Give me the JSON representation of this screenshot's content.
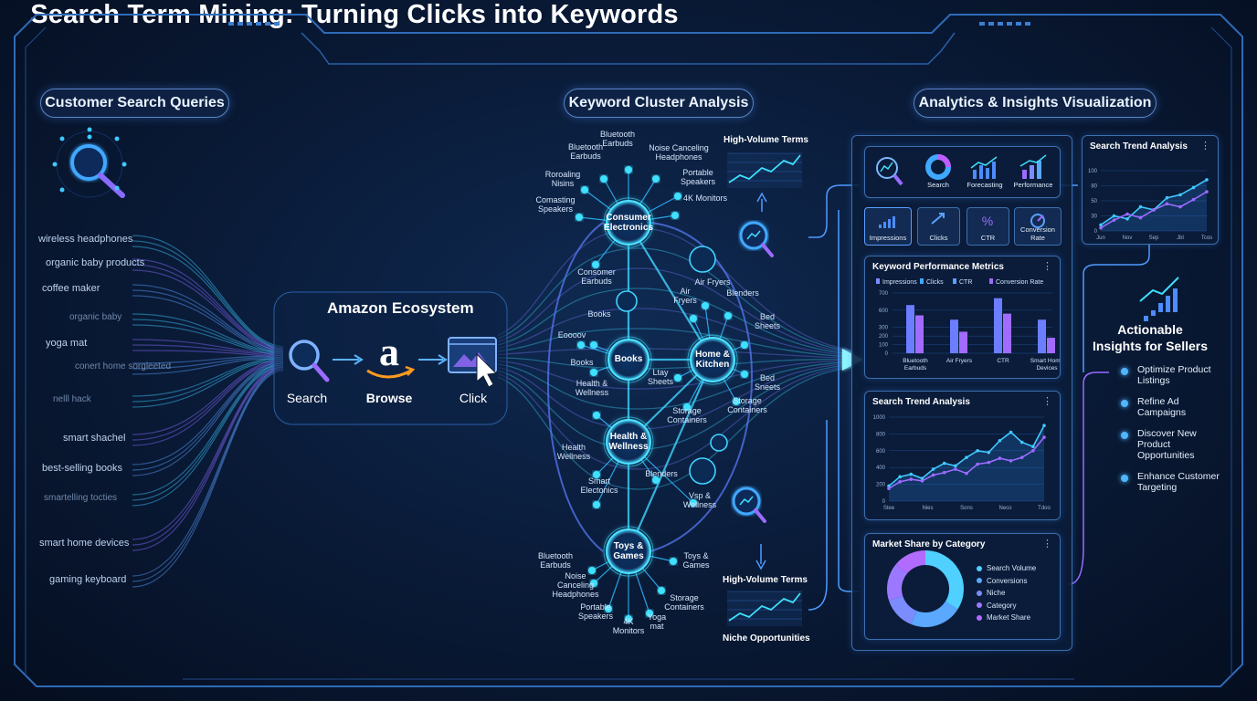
{
  "title": "Search Term Mining: Turning Clicks into Keywords",
  "sections": {
    "queries": "Customer Search Queries",
    "clusters": "Keyword Cluster Analysis",
    "analytics": "Analytics & Insights Visualization"
  },
  "queries": [
    {
      "text": "wireless headphones",
      "dim": false
    },
    {
      "text": "organic baby products",
      "dim": false
    },
    {
      "text": "coffee maker",
      "dim": false
    },
    {
      "text": "organic baby",
      "dim": true
    },
    {
      "text": "yoga mat",
      "dim": false
    },
    {
      "text": "conert home sorgleeted",
      "dim": true
    },
    {
      "text": "nelll hack",
      "dim": true
    },
    {
      "text": "smart shachel",
      "dim": false
    },
    {
      "text": "best-selling books",
      "dim": false
    },
    {
      "text": "smartelling tocties",
      "dim": true
    },
    {
      "text": "smart home devices",
      "dim": false
    },
    {
      "text": "gaming keyboard",
      "dim": false
    }
  ],
  "ecosystem": {
    "title": "Amazon Ecosystem",
    "steps": [
      "Search",
      "Browse",
      "Click"
    ]
  },
  "clusters": {
    "hubs": [
      {
        "id": "ce",
        "label": "Consumer\nElectronics"
      },
      {
        "id": "books",
        "label": "Books"
      },
      {
        "id": "home",
        "label": "Home &\nKitchen"
      },
      {
        "id": "health",
        "label": "Health &\nWellness"
      },
      {
        "id": "toys",
        "label": "Toys &\nGames"
      }
    ],
    "keywords": [
      {
        "hub": "ce",
        "text": "Bluetooth\nEarbuds"
      },
      {
        "hub": "ce",
        "text": "Bluetooth\nEarbuds"
      },
      {
        "hub": "ce",
        "text": "Noise Canceling\nHeadphones"
      },
      {
        "hub": "ce",
        "text": "Portable\nSpeakers"
      },
      {
        "hub": "ce",
        "text": "4K Monitors"
      },
      {
        "hub": "ce",
        "text": "Roroaling\nNisins"
      },
      {
        "hub": "ce",
        "text": "Comasting\nSpeakers"
      },
      {
        "hub": "ce",
        "text": "Consomer\nEarbuds"
      },
      {
        "hub": "books",
        "text": "Books"
      },
      {
        "hub": "books",
        "text": "Eoooov"
      },
      {
        "hub": "books",
        "text": "Books"
      },
      {
        "hub": "home",
        "text": "Air Fryers"
      },
      {
        "hub": "home",
        "text": "Air\nFryers"
      },
      {
        "hub": "home",
        "text": "Blenders"
      },
      {
        "hub": "home",
        "text": "Bed\nSheets"
      },
      {
        "hub": "home",
        "text": "Bed\nSneets"
      },
      {
        "hub": "home",
        "text": "Ltay\nSheets"
      },
      {
        "hub": "home",
        "text": "Storage\nContainers"
      },
      {
        "hub": "home",
        "text": "Storage\nContainers"
      },
      {
        "hub": "health",
        "text": "Health &\nWellness"
      },
      {
        "hub": "health",
        "text": "Health\nWellness"
      },
      {
        "hub": "health",
        "text": "Smart\nElectonics"
      },
      {
        "hub": "health",
        "text": "Blenders"
      },
      {
        "hub": "health",
        "text": "Vsp &\nWellness"
      },
      {
        "hub": "toys",
        "text": "Bluetooth\nEarbuds"
      },
      {
        "hub": "toys",
        "text": "Noise\nCanceling\nHeadphones"
      },
      {
        "hub": "toys",
        "text": "Portable\nSpeakers"
      },
      {
        "hub": "toys",
        "text": "4K\nMonitors"
      },
      {
        "hub": "toys",
        "text": "Yoga\nmat"
      },
      {
        "hub": "toys",
        "text": "Storage\nContainers"
      },
      {
        "hub": "toys",
        "text": "Toys &\nGames"
      }
    ],
    "hv_top": "High-Volume Terms",
    "hv_bottom": "High-Volume Terms",
    "niche": "Niche Opportunities"
  },
  "toolbar": {
    "top": [
      "Search",
      "Forecasting",
      "Performance"
    ],
    "metrics": [
      "Impressions",
      "Clicks",
      "CTR",
      "Conversion Rate"
    ]
  },
  "search_trend_small": {
    "title": "Search Trend Analysis",
    "yticks": [
      "100",
      "80",
      "50",
      "30",
      "0"
    ],
    "xticks": [
      "Jun",
      "Nov",
      "Sep",
      "Jbl",
      "Tcos"
    ],
    "line1": [
      10,
      25,
      20,
      40,
      35,
      55,
      60,
      72,
      85
    ],
    "line2": [
      5,
      18,
      28,
      22,
      35,
      45,
      40,
      52,
      65
    ]
  },
  "kpm": {
    "title": "Keyword Performance Metrics",
    "legend": [
      "Impressions",
      "Clicks",
      "CTR",
      "Conversion Rate"
    ],
    "yticks": [
      "700",
      "600",
      "300",
      "200",
      "100",
      "0"
    ],
    "categories": [
      "Bluetooth\nEarbuds",
      "Air Fryers",
      "CTR",
      "Smart Home\nDevices"
    ],
    "bar_series": [
      [
        560,
        440
      ],
      [
        390,
        250
      ],
      [
        640,
        460
      ],
      [
        390,
        180
      ]
    ]
  },
  "search_trend_large": {
    "title": "Search Trend Analysis",
    "yticks": [
      "1000",
      "800",
      "600",
      "400",
      "200",
      "0"
    ],
    "xticks": [
      "Stee",
      "Nies",
      "Sons",
      "Neco",
      "Tdoo"
    ],
    "line1": [
      180,
      290,
      320,
      270,
      380,
      450,
      420,
      520,
      600,
      580,
      720,
      820,
      700,
      650,
      900
    ],
    "line2": [
      150,
      230,
      260,
      240,
      310,
      340,
      380,
      330,
      440,
      460,
      510,
      480,
      520,
      600,
      760
    ]
  },
  "market_share": {
    "title": "Market Share by Category",
    "legend": [
      {
        "label": "Search Volume",
        "color": "#4fd0ff"
      },
      {
        "label": "Conversions",
        "color": "#5aa8ff"
      },
      {
        "label": "Niche",
        "color": "#7b8cff"
      },
      {
        "label": "Category",
        "color": "#9b78ff"
      },
      {
        "label": "Market Share",
        "color": "#b26bff"
      }
    ],
    "values": [
      34,
      22,
      14,
      16,
      14
    ]
  },
  "insights": {
    "title": "Actionable\nInsights for Sellers",
    "items": [
      "Optimize Product\nListings",
      "Refine Ad\nCampaigns",
      "Discover New\nProduct\nOpportunities",
      "Enhance Customer\nTargeting"
    ]
  },
  "colors": {
    "accent": "#4fb6ff",
    "purple": "#9b6bff",
    "cyan": "#3fe0ff",
    "border": "#3b6fb0"
  }
}
